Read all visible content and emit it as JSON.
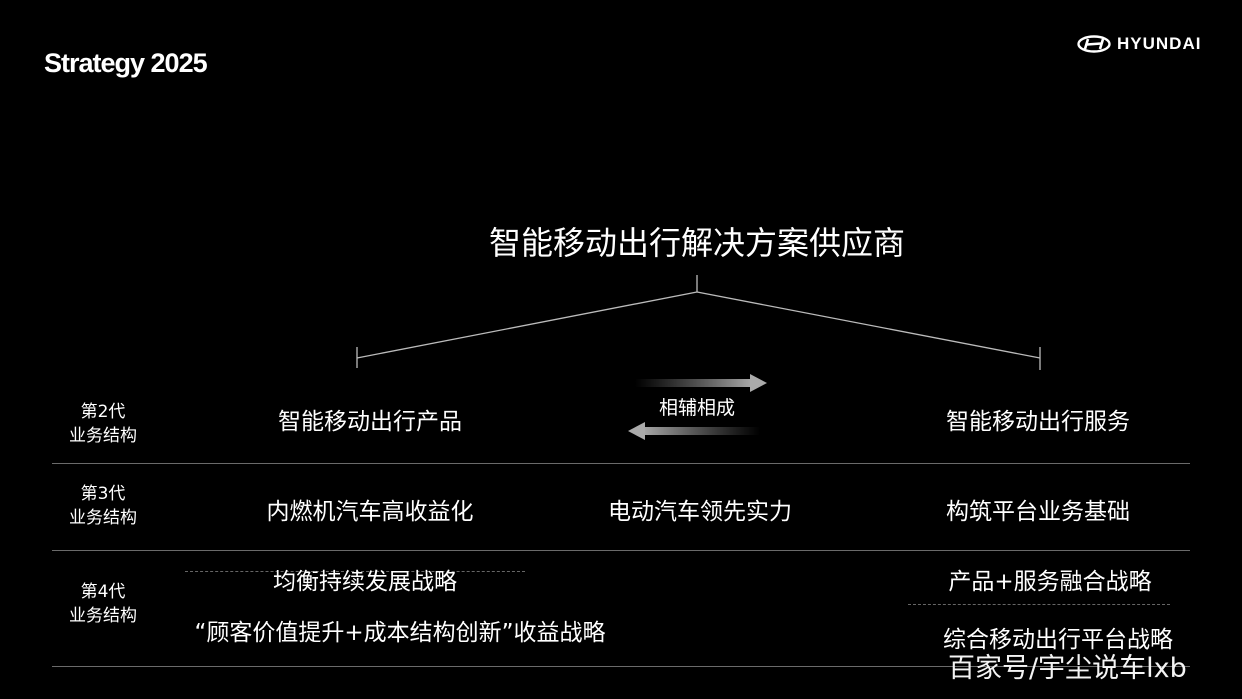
{
  "header": {
    "brand": "Strategy 2025",
    "logo_text": "HYUNDAI"
  },
  "diagram": {
    "title": "智能移动出行解决方案供应商",
    "rows": [
      {
        "label_line1": "第2代",
        "label_line2": "业务结构",
        "left": "智能移动出行产品",
        "center": "相辅相成",
        "right": "智能移动出行服务"
      },
      {
        "label_line1": "第3代",
        "label_line2": "业务结构",
        "left": "内燃机汽车高收益化",
        "center": "电动汽车领先实力",
        "right": "构筑平台业务基础"
      },
      {
        "label_line1": "第4代",
        "label_line2": "业务结构",
        "left_top": "均衡持续发展战略",
        "left_bottom": "“顾客价值提升+成本结构创新”收益战略",
        "right_top": "产品+服务融合战略",
        "right_bottom": "综合移动出行平台战略"
      }
    ]
  },
  "watermark": "百家号/宇尘说车lxb"
}
